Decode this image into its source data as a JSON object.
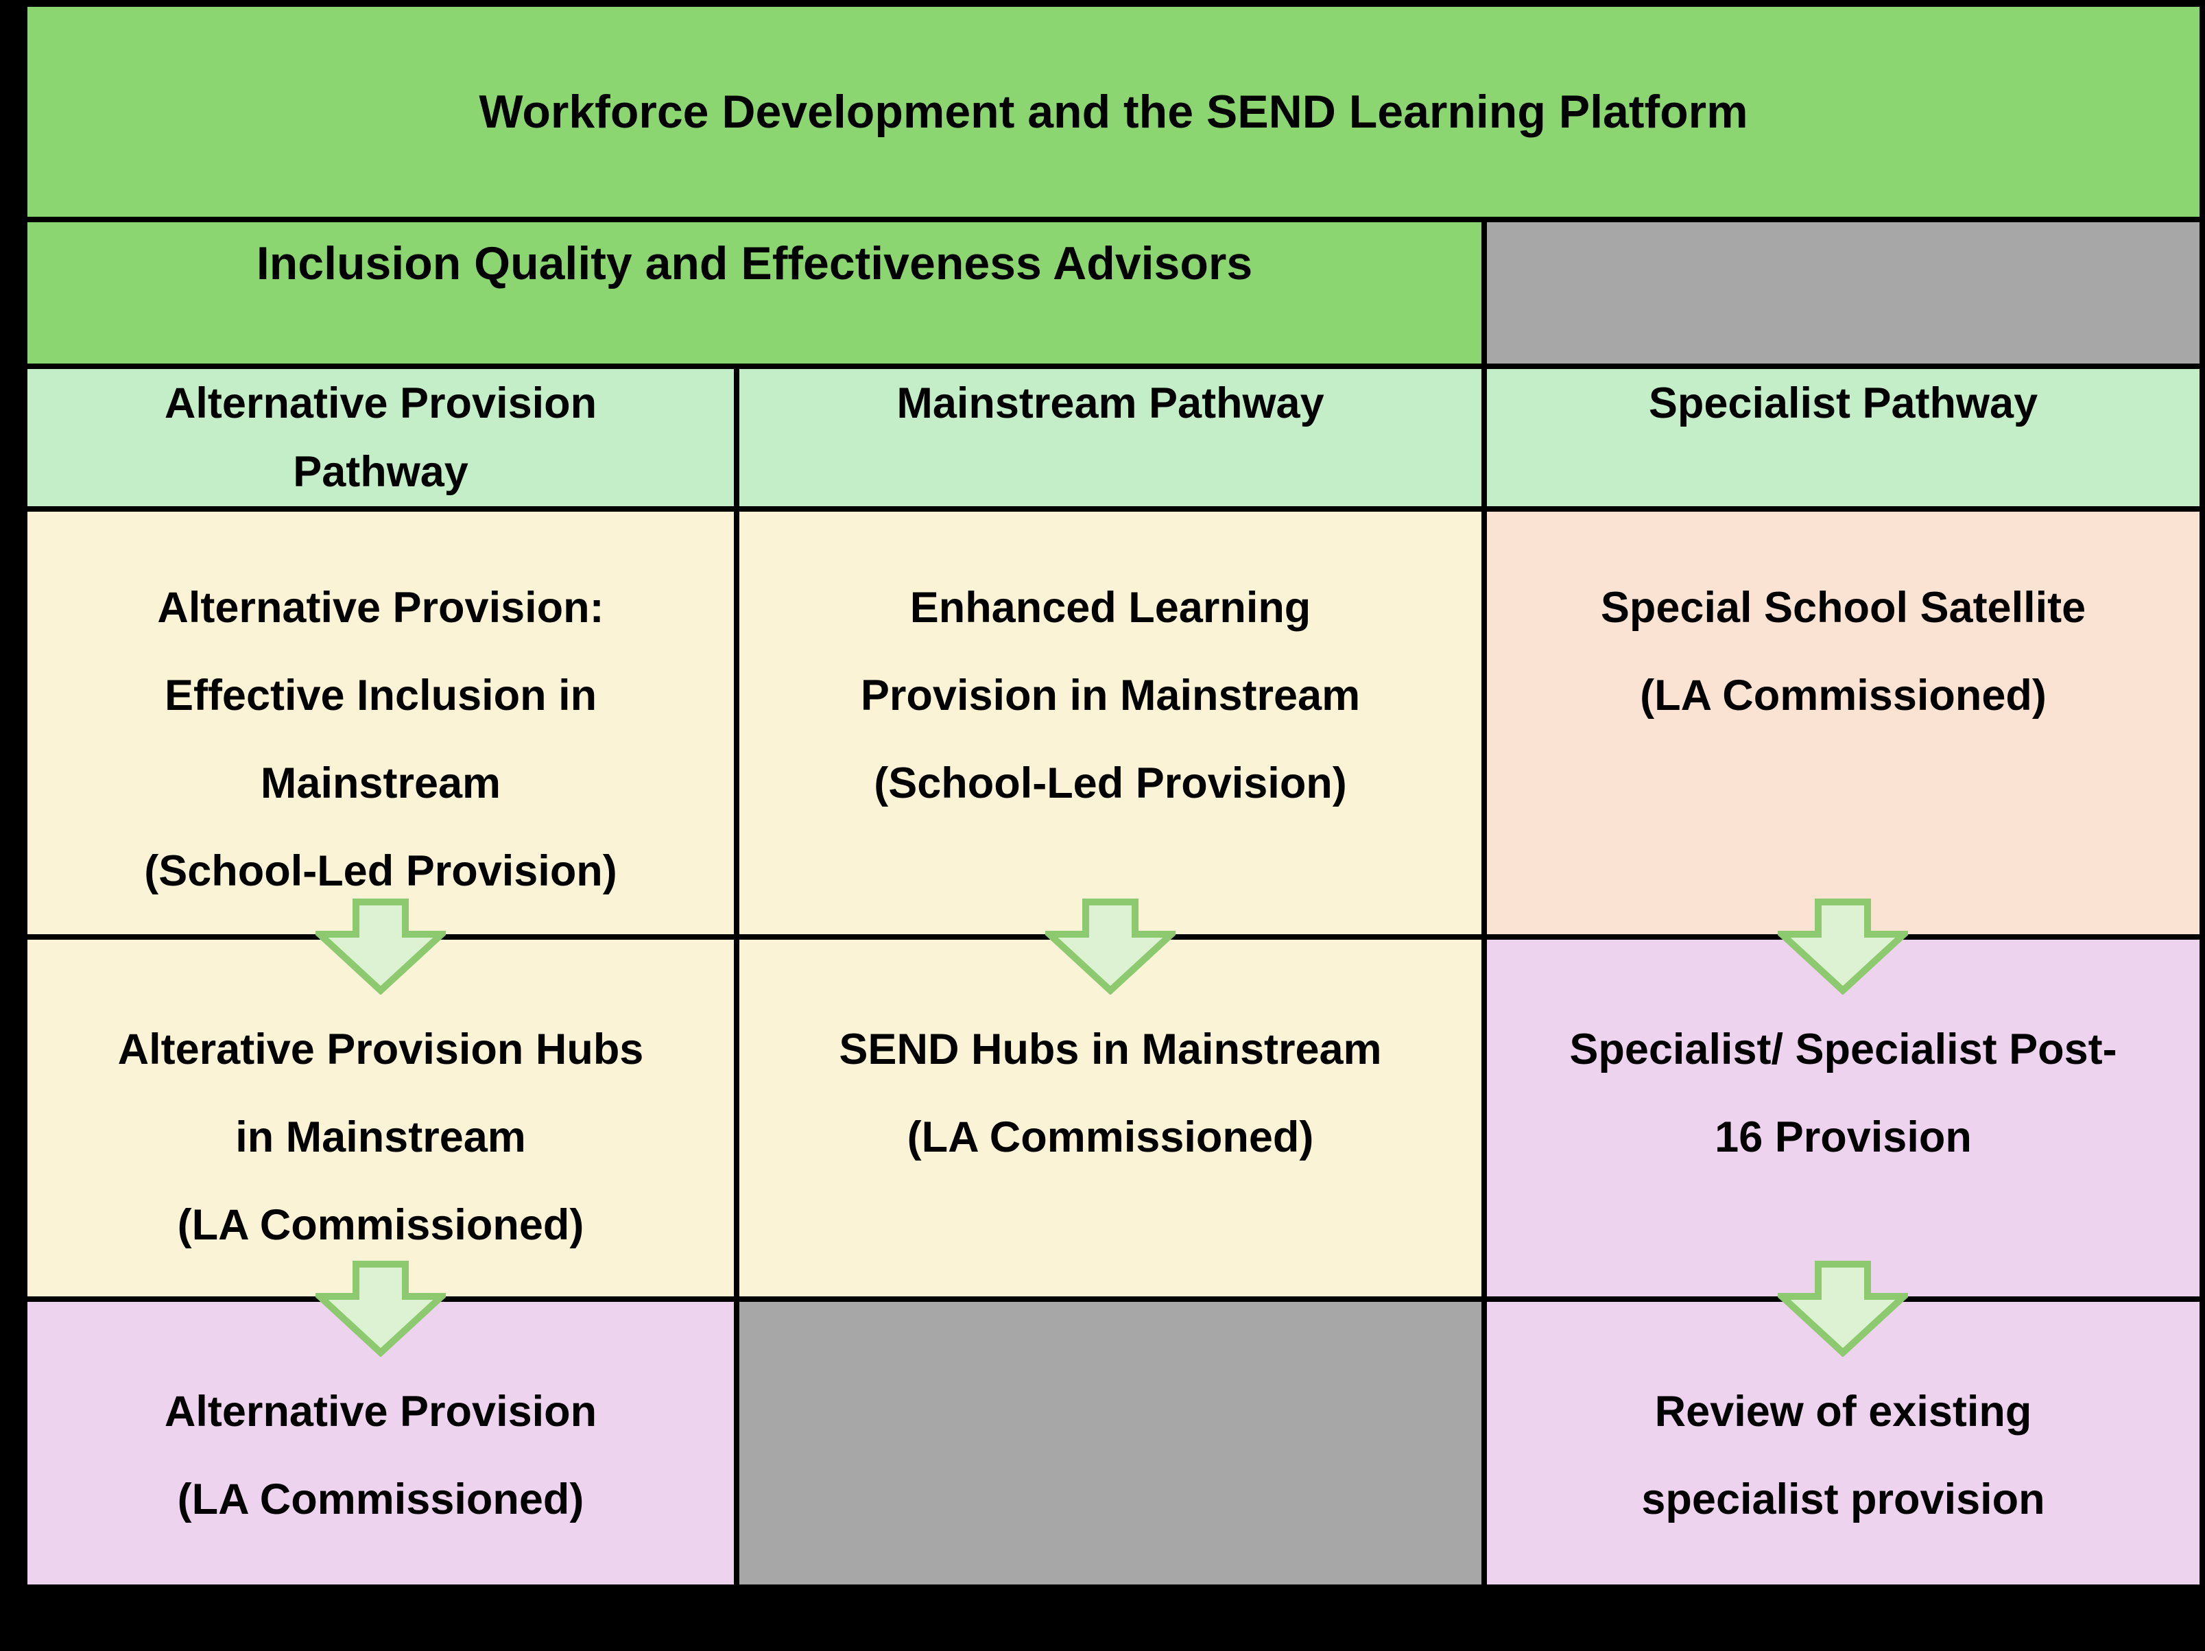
{
  "diagram": {
    "title": "Workforce Development and the SEND Learning Platform",
    "advisors": "Inclusion Quality and Effectiveness Advisors",
    "pathways": [
      {
        "header": "Alternative Provision\nPathway",
        "stage_top": "Alternative Provision:\nEffective Inclusion in\nMainstream\n(School-Led Provision)",
        "stage_mid": "Alterative Provision Hubs\nin Mainstream\n(LA Commissioned)",
        "stage_bottom": "Alternative Provision\n(LA Commissioned)"
      },
      {
        "header": "Mainstream Pathway",
        "stage_top": "Enhanced Learning\nProvision in Mainstream\n(School-Led Provision)",
        "stage_mid": "SEND Hubs in Mainstream\n(LA Commissioned)",
        "stage_bottom": ""
      },
      {
        "header": "Specialist Pathway",
        "stage_top": "Special School Satellite\n(LA Commissioned)",
        "stage_mid": "Specialist/ Specialist Post-\n16 Provision",
        "stage_bottom": "Review of existing\nspecialist provision"
      }
    ]
  },
  "colors": {
    "background": "#000000",
    "banner_green": "#8CD672",
    "pathway_header_green": "#C3EEC7",
    "school_led_yellow": "#FAF3D5",
    "satellite_peach": "#FAE3D3",
    "commissioned_purple": "#EED3EE",
    "empty_gray": "#A7A7A7",
    "arrow_fill": "#DDF2D2",
    "arrow_stroke": "#8CC96F",
    "text": "#000000"
  }
}
